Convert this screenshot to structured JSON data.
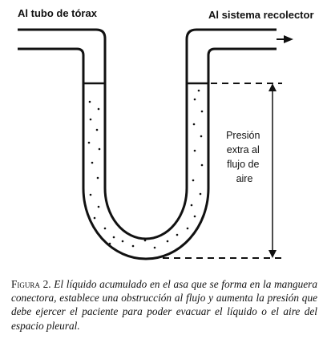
{
  "diagram": {
    "label_left": "Al tubo de tórax",
    "label_right": "Al sistema recolector",
    "pressure_label": [
      "Presión",
      "extra al",
      "flujo de",
      "aire"
    ]
  },
  "caption": {
    "label": "Figura 2.",
    "text": "El líquido acumulado en el asa que se forma en la manguera conectora, establece una obstrucción al flujo y aumenta la presión que debe ejercer el paciente para poder evacuar el líquido o el aire del espacio pleural."
  },
  "colors": {
    "ink": "#111111",
    "background": "#ffffff"
  }
}
